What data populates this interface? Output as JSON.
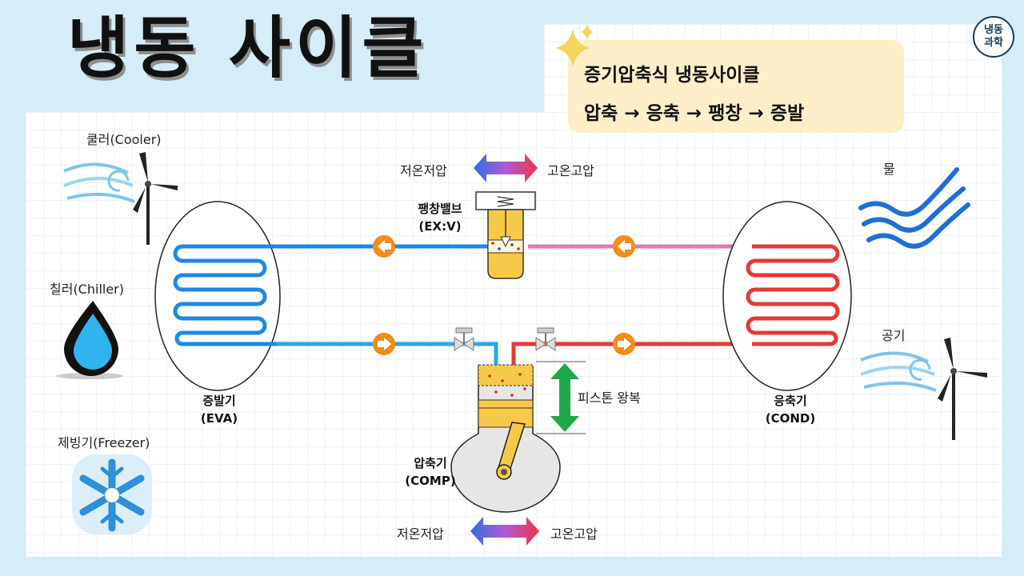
{
  "title": "냉동 사이클",
  "note": {
    "line1": "증기압축식 냉동사이클",
    "line2": "압축 → 응축 → 팽창 → 증발"
  },
  "badge": {
    "line1": "냉동",
    "line2": "과학"
  },
  "left_labels": {
    "cooler": "쿨러(Cooler)",
    "chiller": "칠러(Chiller)",
    "freezer": "제빙기(Freezer)"
  },
  "right_labels": {
    "water": "물",
    "air": "공기"
  },
  "pressure_top": {
    "low": "저온저압",
    "high": "고온고압"
  },
  "pressure_bottom": {
    "low": "저온저압",
    "high": "고온고압"
  },
  "components": {
    "expansion_valve": {
      "name": "팽창밸브",
      "abbr": "(EX:V)"
    },
    "evaporator": {
      "name": "증발기",
      "abbr": "(EVA)"
    },
    "condenser": {
      "name": "응축기",
      "abbr": "(COND)"
    },
    "compressor": {
      "name": "압축기",
      "abbr": "(COMP)"
    },
    "piston": "피스톤 왕복"
  },
  "colors": {
    "cold_blue": "#1e88e5",
    "warm_pink": "#e07ab0",
    "hot_red": "#e53935",
    "arrow_orange": "#f28c1a",
    "piston_yellow": "#f7c948",
    "note_bg": "#fdf0c9",
    "green_arrow": "#1fa84a"
  }
}
